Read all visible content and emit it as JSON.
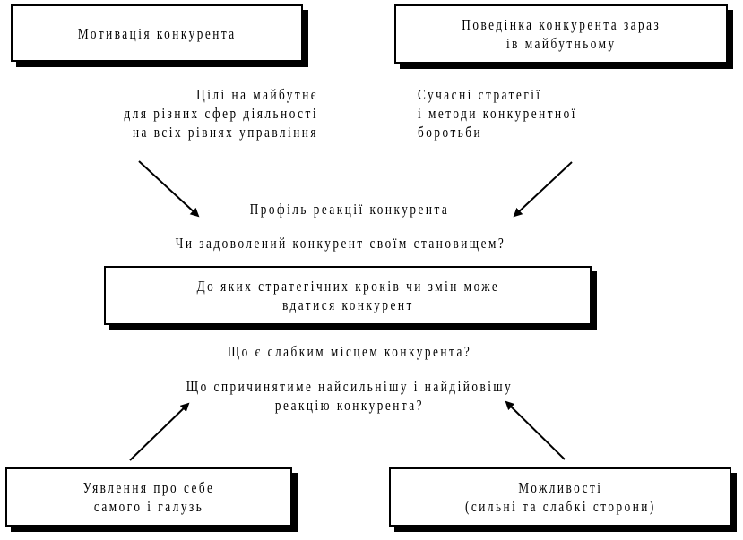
{
  "boxes": {
    "motivation": "Мотивація конкурента",
    "behavior": "Поведінка конкурента зараз\nів майбутньому",
    "strategic_steps": "До яких стратегічних кроків чи змін може\nвдатися конкурент",
    "self_image": "Уявлення про себе\nсамого і галузь",
    "capabilities": "Можливості\n(сильні та слабкі сторони)"
  },
  "texts": {
    "goals": "Цілі на майбутнє\nдля різних сфер діяльності\nна всіх рівнях управління",
    "strategies": "Сучасні стратегії\nі методи конкурентної\nборотьби",
    "profile": "Профіль реакції конкурента",
    "satisfied": "Чи задоволений конкурент своїм становищем?",
    "weak_spot": "Що є слабким місцем конкурента?",
    "strongest_reaction": "Що спричинятиме найсильнішу і найдійовішу\nреакцію конкурента?"
  }
}
